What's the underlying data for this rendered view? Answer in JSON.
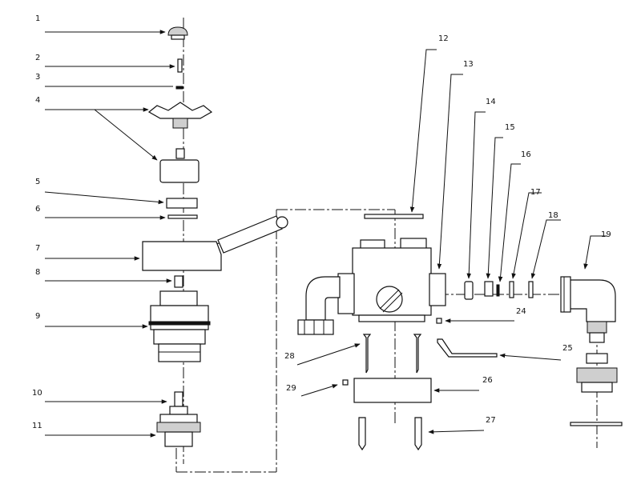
{
  "callouts": [
    "1",
    "2",
    "3",
    "4",
    "5",
    "6",
    "7",
    "8",
    "9",
    "10",
    "11",
    "12",
    "13",
    "14",
    "15",
    "16",
    "17",
    "18",
    "19",
    "24",
    "25",
    "26",
    "27",
    "28",
    "29"
  ],
  "colors": {
    "ink": "#111111",
    "fill": "#ffffff",
    "shade": "#cfcfcf"
  }
}
